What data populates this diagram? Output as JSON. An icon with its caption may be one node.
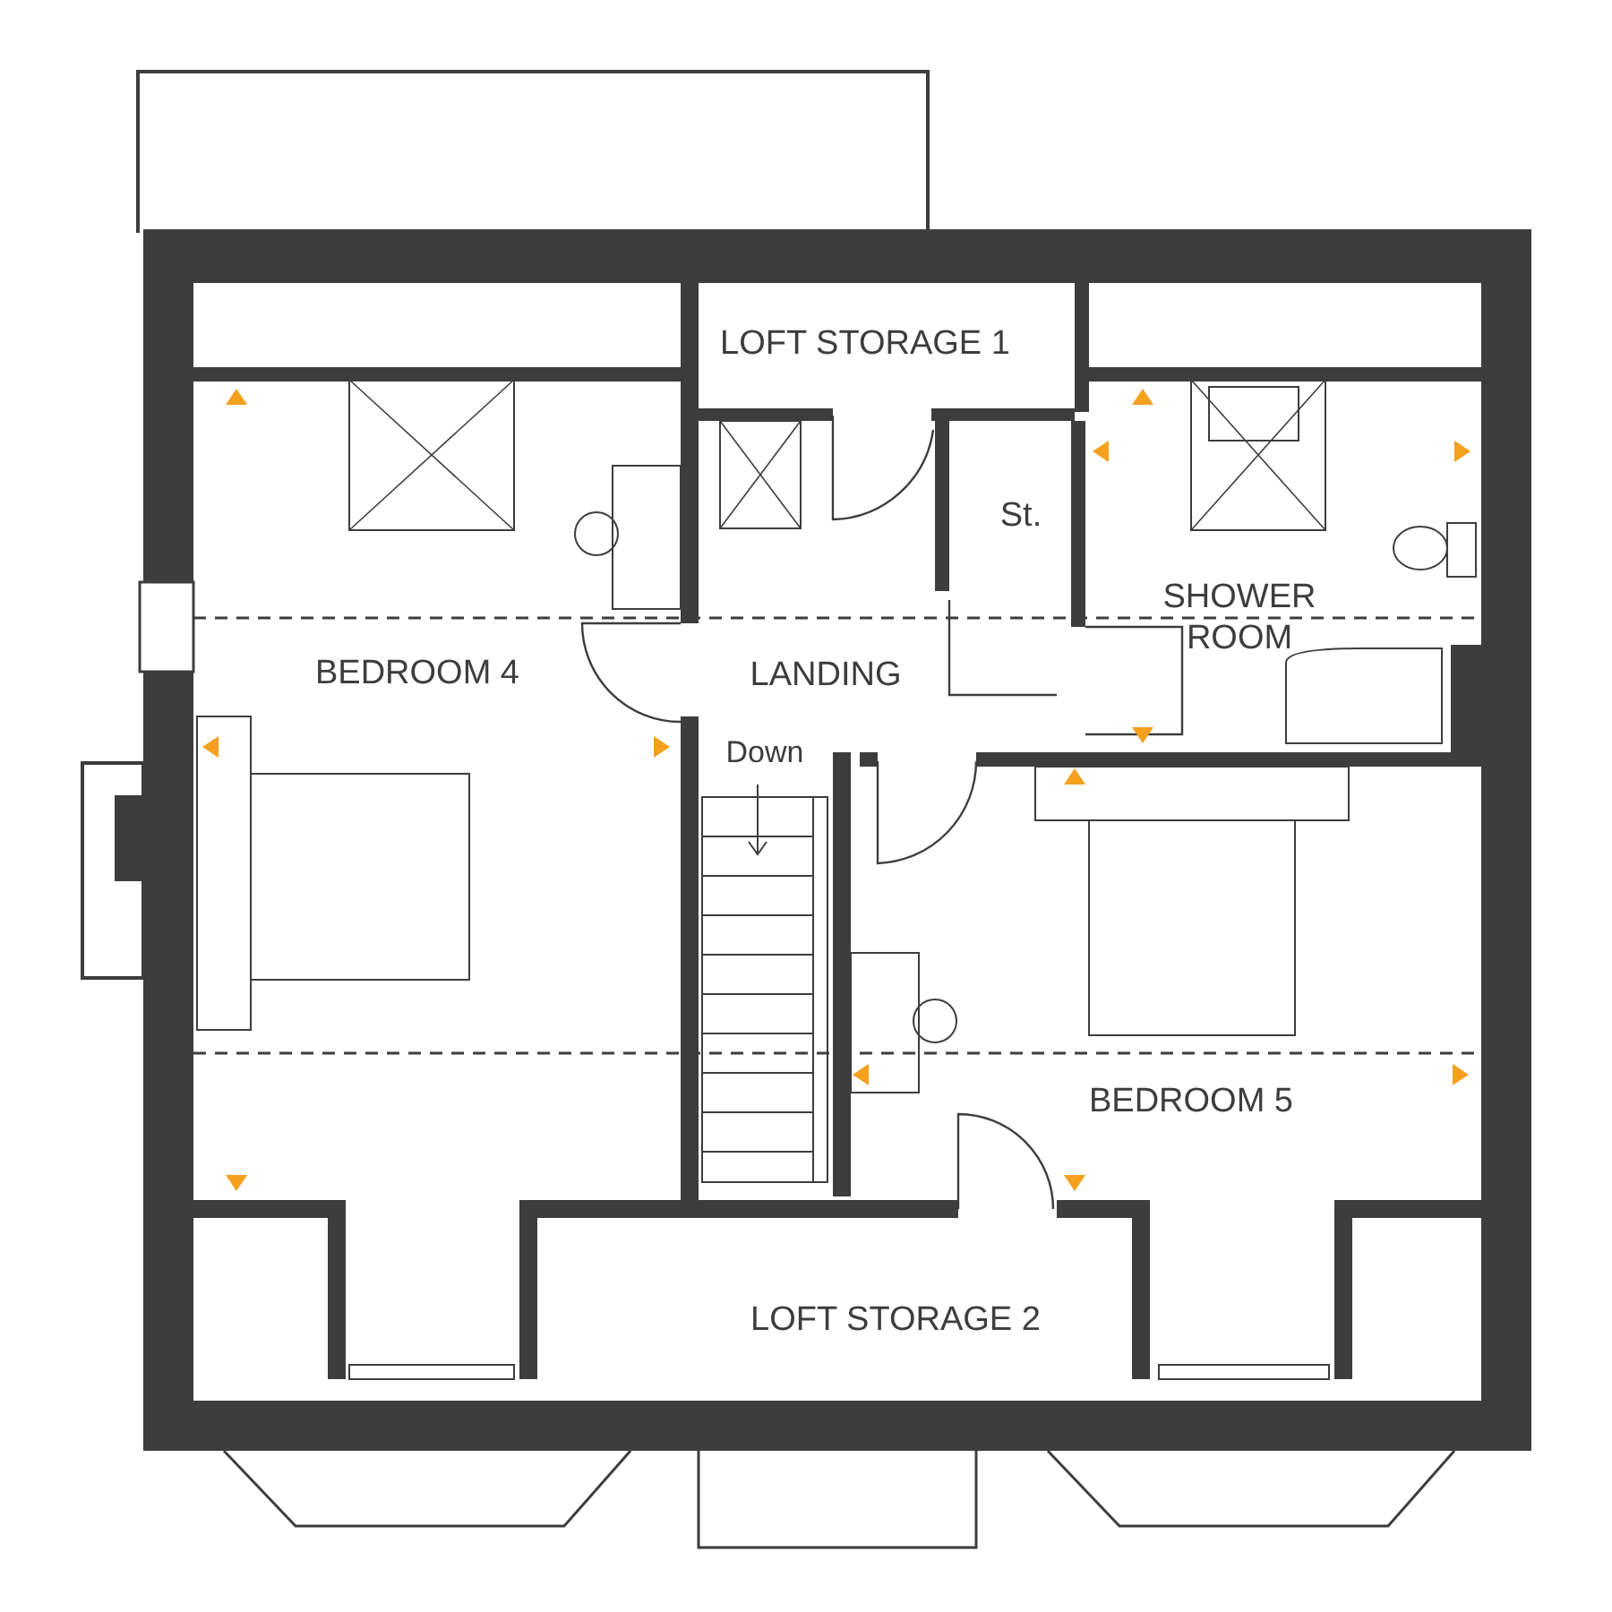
{
  "diagram": {
    "nodes": [
      {
        "text": [
          "LOFT STORAGE 1"
        ]
      },
      {
        "text": [
          "St."
        ]
      },
      {
        "text": [
          "SHOWER ROOM"
        ]
      },
      {
        "text": [
          "BEDROOM 4"
        ]
      },
      {
        "text": [
          "LANDING"
        ]
      },
      {
        "text": [
          "BEDROOM 5"
        ]
      },
      {
        "text": [
          "LOFT STORAGE 2"
        ]
      }
    ],
    "labels": [
      "Down"
    ]
  }
}
